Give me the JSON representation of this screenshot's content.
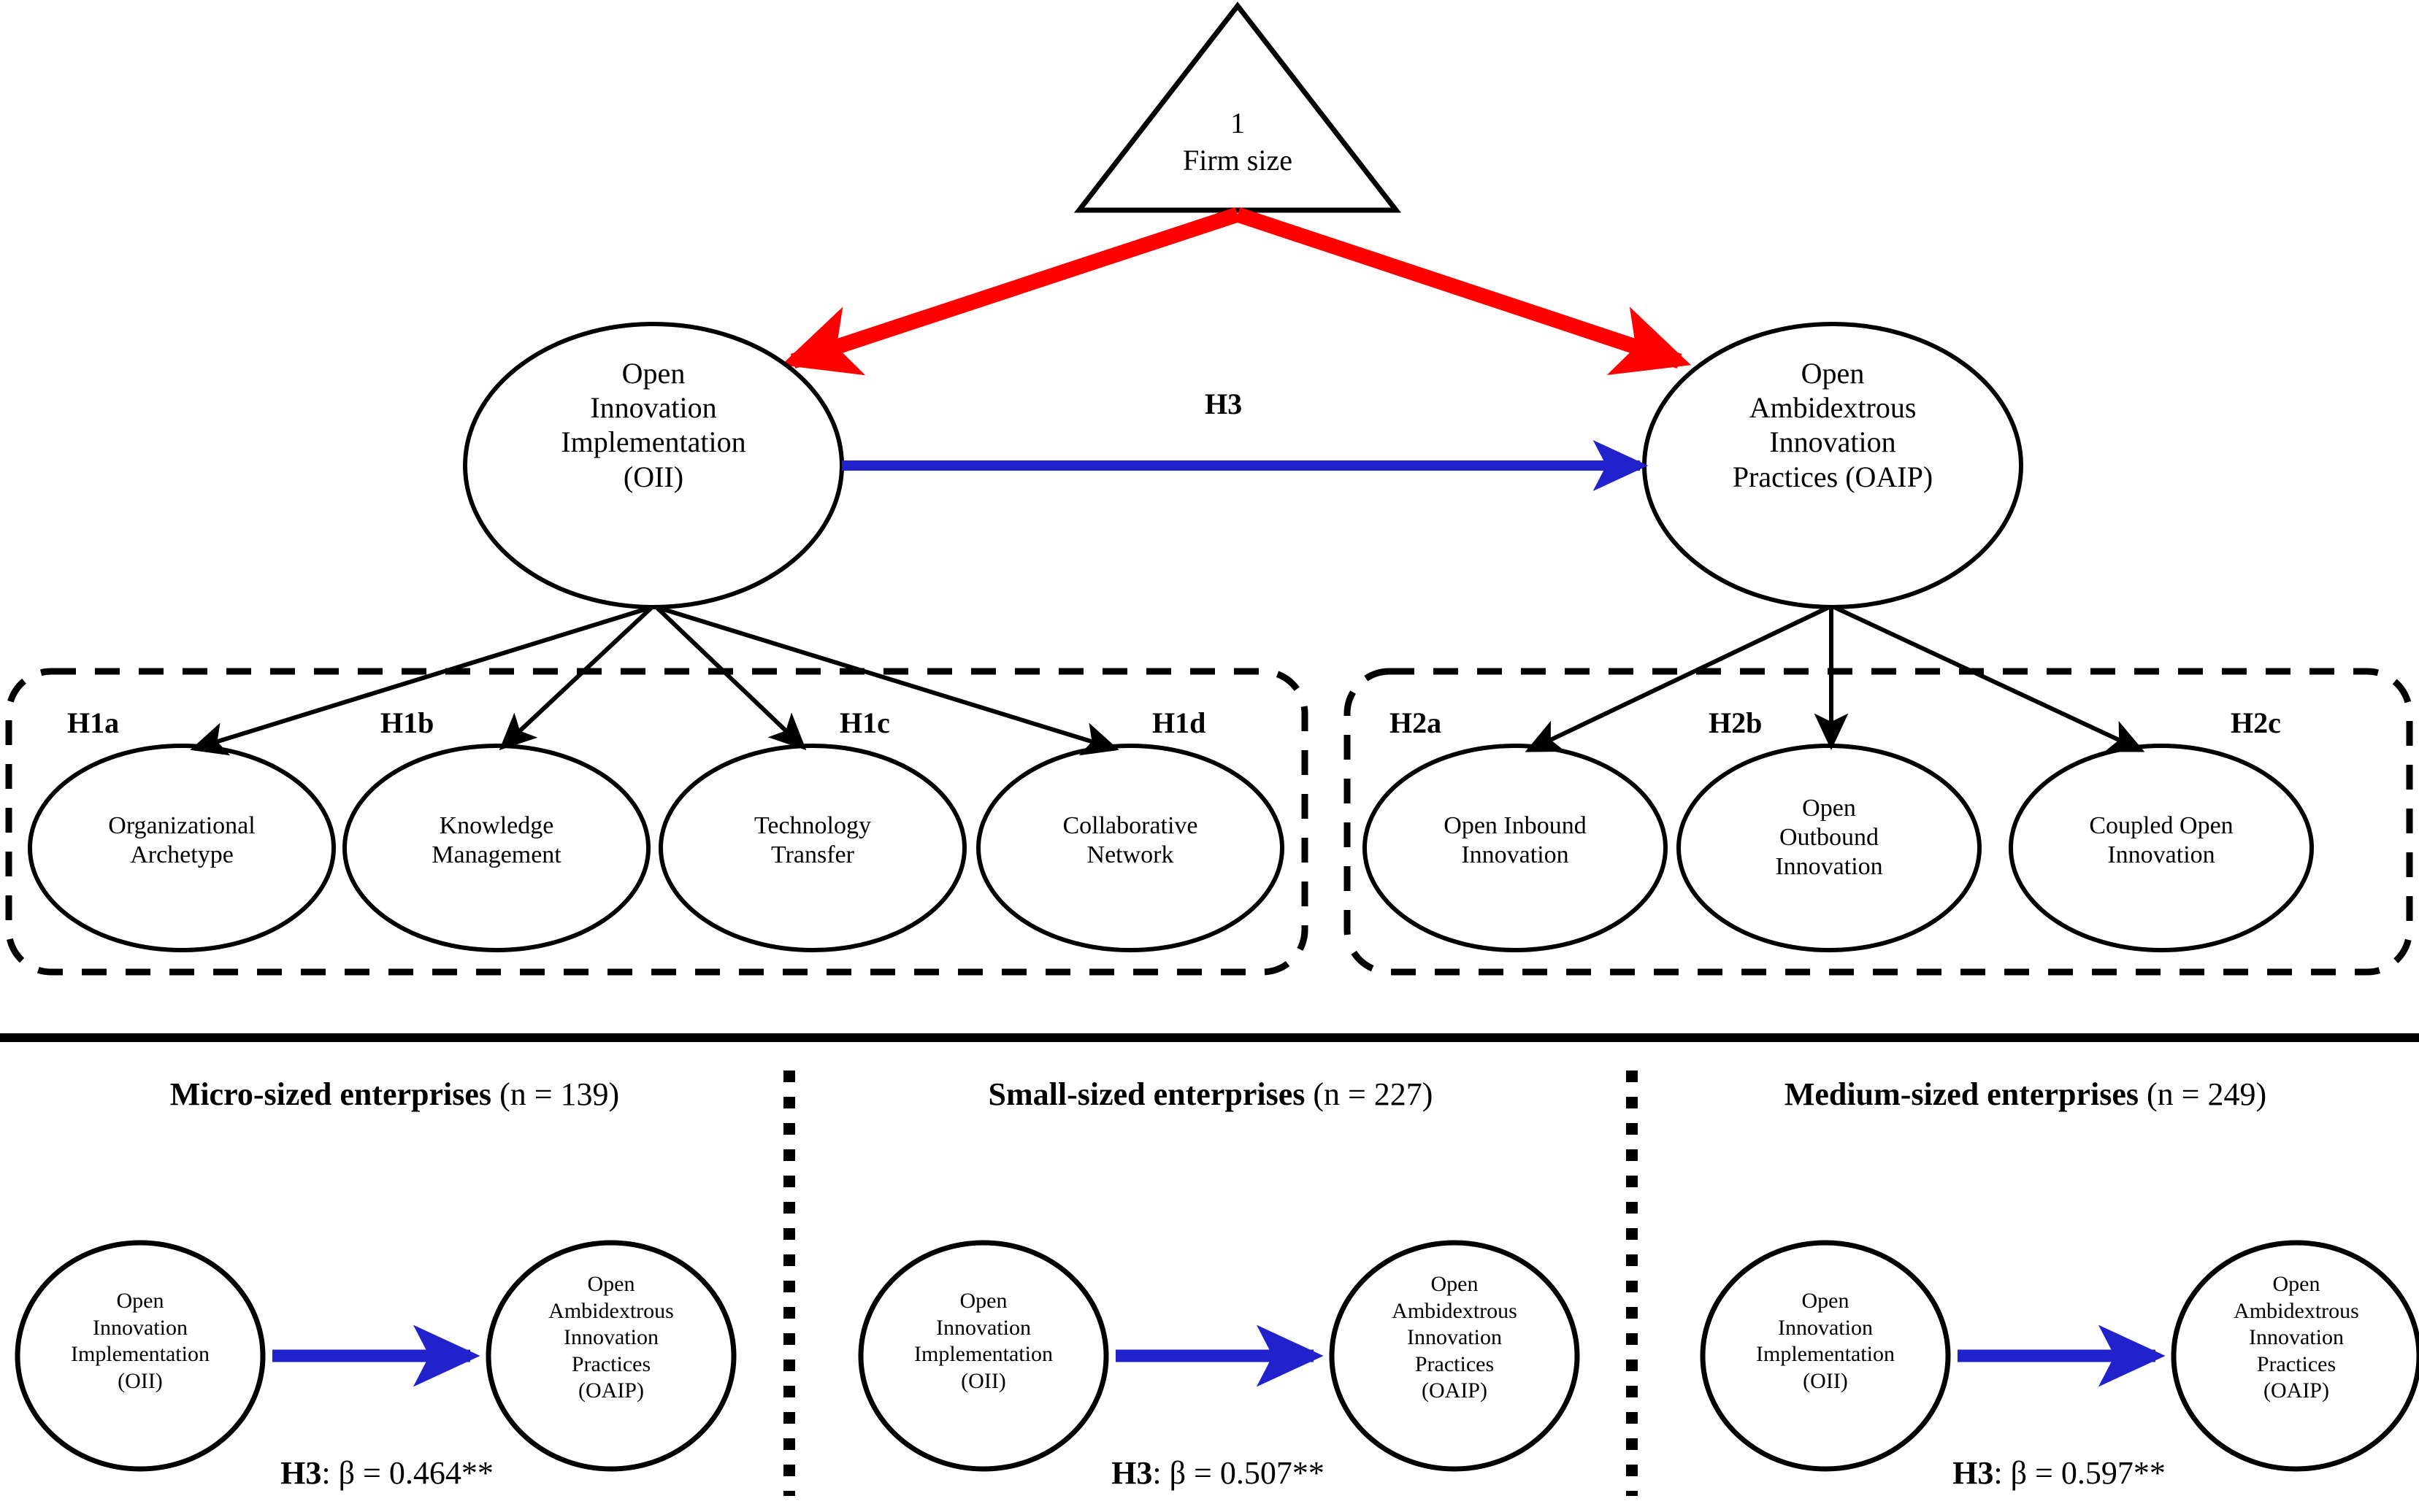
{
  "colors": {
    "red_arrow": "#FF0000",
    "blue_arrow": "#2222CC",
    "stroke": "#000000",
    "background": "#FFFFFF"
  },
  "model": {
    "moderator": {
      "index": "1",
      "label": "Firm size",
      "shape": "triangle"
    },
    "constructs": {
      "oii": {
        "lines": [
          "Open",
          "Innovation",
          "Implementation",
          "(OII)"
        ],
        "shape": "ellipse"
      },
      "oaip": {
        "lines": [
          "Open",
          "Ambidextrous",
          "Innovation",
          "Practices (OAIP)"
        ],
        "shape": "ellipse"
      }
    },
    "main_path": {
      "hypothesis": "H3",
      "from": "oii",
      "to": "oaip",
      "color": "#2222CC"
    },
    "moderation_paths": [
      {
        "from": "firm-size",
        "to": "oii",
        "color": "#FF0000"
      },
      {
        "from": "firm-size",
        "to": "oaip",
        "color": "#FF0000"
      }
    ],
    "oii_dimensions": [
      {
        "hypothesis": "H1a",
        "lines": [
          "Organizational",
          "Archetype"
        ]
      },
      {
        "hypothesis": "H1b",
        "lines": [
          "Knowledge",
          "Management"
        ]
      },
      {
        "hypothesis": "H1c",
        "lines": [
          "Technology",
          "Transfer"
        ]
      },
      {
        "hypothesis": "H1d",
        "lines": [
          "Collaborative",
          "Network"
        ]
      }
    ],
    "oaip_dimensions": [
      {
        "hypothesis": "H2a",
        "lines": [
          "Open Inbound",
          "Innovation"
        ]
      },
      {
        "hypothesis": "H2b",
        "lines": [
          "Open",
          "Outbound",
          "Innovation"
        ]
      },
      {
        "hypothesis": "H2c",
        "lines": [
          "Coupled Open",
          "Innovation"
        ]
      }
    ]
  },
  "multigroup": {
    "panels": [
      {
        "title_bold": "Micro-sized enterprises",
        "title_rest": " (n = 139)",
        "sample_size": "139",
        "left_lines": [
          "Open",
          "Innovation",
          "Implementation",
          "(OII)"
        ],
        "right_lines": [
          "Open",
          "Ambidextrous",
          "Innovation",
          "Practices",
          "(OAIP)"
        ],
        "result_label": "H3",
        "result_value": ": β = 0.464**"
      },
      {
        "title_bold": "Small-sized enterprises",
        "title_rest": " (n = 227)",
        "sample_size": "227",
        "left_lines": [
          "Open",
          "Innovation",
          "Implementation",
          "(OII)"
        ],
        "right_lines": [
          "Open",
          "Ambidextrous",
          "Innovation",
          "Practices",
          "(OAIP)"
        ],
        "result_label": "H3",
        "result_value": ": β = 0.507**"
      },
      {
        "title_bold": "Medium-sized enterprises",
        "title_rest": " (n = 249)",
        "sample_size": "249",
        "left_lines": [
          "Open",
          "Innovation",
          "Implementation",
          "(OII)"
        ],
        "right_lines": [
          "Open",
          "Ambidextrous",
          "Innovation",
          "Practices",
          "(OAIP)"
        ],
        "result_label": "H3",
        "result_value": ": β = 0.597**"
      }
    ]
  }
}
